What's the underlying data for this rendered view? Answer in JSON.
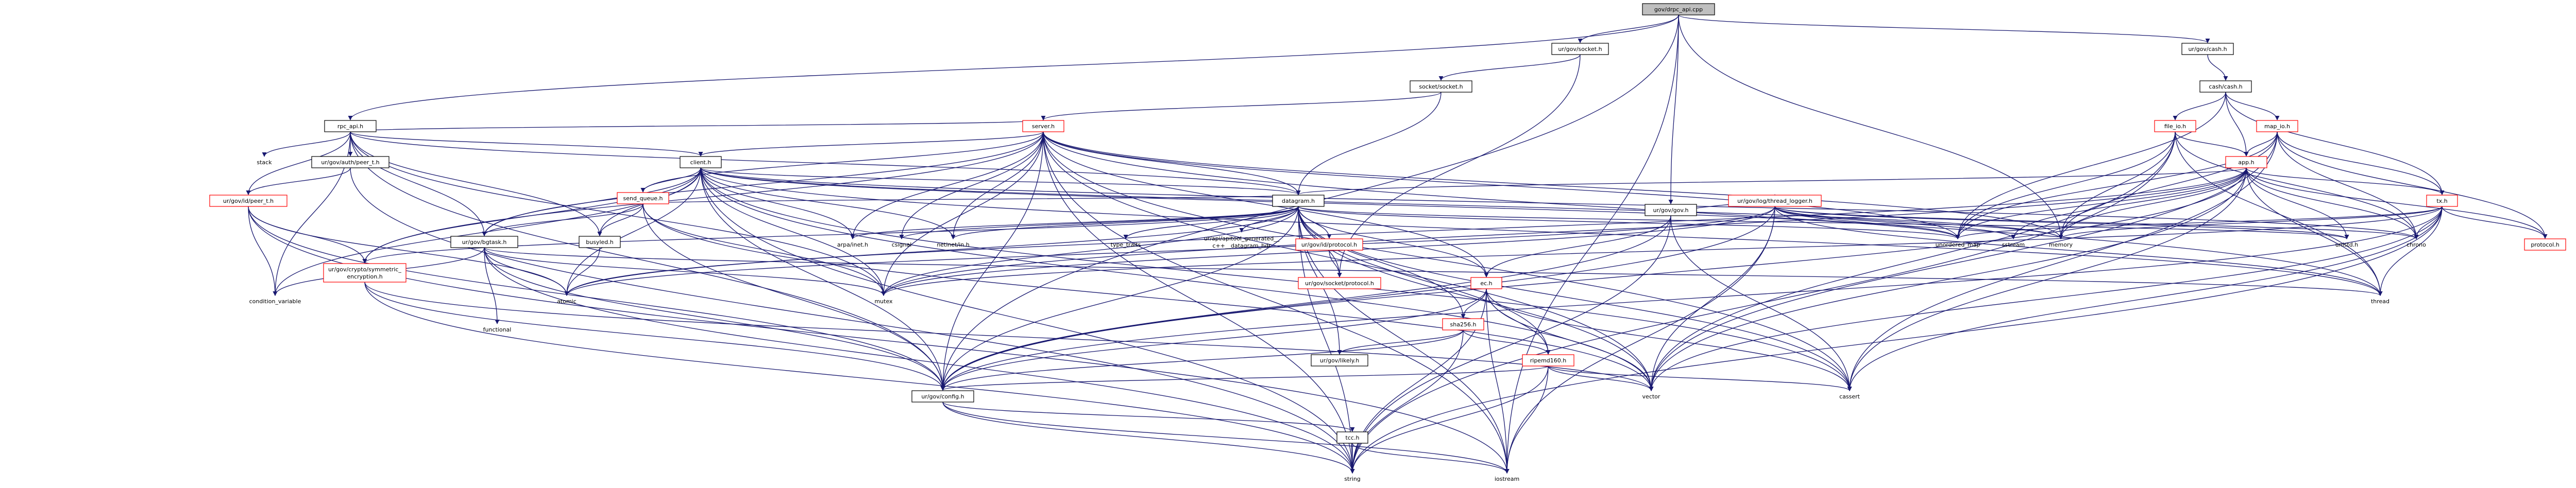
{
  "graph": {
    "kind": "include-dependency-graph",
    "edge_color": "#191970",
    "nodes": {
      "root": "gov/drpc_api.cpp",
      "socket": "ur/gov/socket.h",
      "sockdir": "socket/socket.h",
      "gov": "ur/gov/gov.h",
      "cash": "ur/gov/cash.h",
      "cashdir": "cash/cash.h",
      "rpc": "rpc_api.h",
      "stack": "stack",
      "authpeer": "ur/gov/auth/peer_t.h",
      "idpeer": "ur/gov/id/peer_t.h",
      "server": "server.h",
      "client": "client.h",
      "sendq": "send_queue.h",
      "bigtask": "ur/gov/bgtask.h",
      "busyled": "busyled.h",
      "cryptosym": "ur/gov/crypto/symmetric_encryption.h",
      "condvar": "condition_variable",
      "atomic": "atomic",
      "functional": "functional",
      "datagram": "datagram.h",
      "arpainet": "arpa/inet.h",
      "csignal": "csignal",
      "netinet": "netinet/in.h",
      "typetraits": "type_traits",
      "apigen": "ur/api/apitool_generated__c++__datagram_hdr",
      "idproto": "ur/gov/id/protocol.h",
      "sockproto": "ur/gov/socket/protocol.h",
      "mutex": "mutex",
      "ecH": "ec.h",
      "sha256": "sha256.h",
      "ripemd": "ripemd160.h",
      "likely": "ur/gov/likely.h",
      "config": "ur/gov/config.h",
      "log": "ur/gov/log/thread_logger.h",
      "unordmap": "unordered_map",
      "sstream": "sstream",
      "memory": "memory",
      "unistd": "unistd.h",
      "thread": "thread",
      "vector": "vector",
      "cassert": "cassert",
      "tccH": "tcc.h",
      "string": "string",
      "iostream": "iostream",
      "fileio": "file_io.h",
      "mapio": "map_io.h",
      "appH": "app.h",
      "txH": "tx.h",
      "chrono": "chrono",
      "protoH": "protocol.h"
    }
  }
}
